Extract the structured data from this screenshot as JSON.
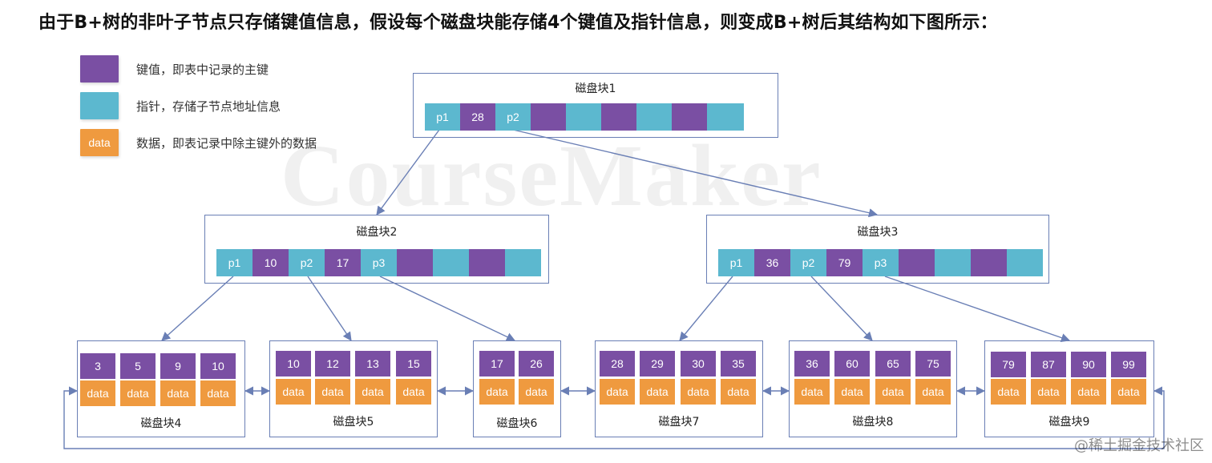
{
  "title": "由于B+树的非叶子节点只存储键值信息，假设每个磁盘块能存储4个键值及指针信息，则变成B+树后其结构如下图所示：",
  "legend": [
    {
      "label": "键值，即表中记录的主键",
      "swatch_text": "",
      "color": "#7a4fa3"
    },
    {
      "label": "指针，存储子节点地址信息",
      "swatch_text": "",
      "color": "#5cb8cf"
    },
    {
      "label": "数据，即表记录中除主键外的数据",
      "swatch_text": "data",
      "color": "#ef9a3f"
    }
  ],
  "watermark": "CourseMaker",
  "site_watermark": "@稀土掘金技术社区",
  "colors": {
    "key": "#7a4fa3",
    "pointer": "#5cb8cf",
    "data": "#ef9a3f",
    "line": "#6a7fb5"
  },
  "blocks": {
    "b1": {
      "label": "磁盘块1",
      "cells": [
        {
          "type": "pointer",
          "text": "p1"
        },
        {
          "type": "key",
          "text": "28"
        },
        {
          "type": "pointer",
          "text": "p2"
        },
        {
          "type": "key",
          "text": ""
        },
        {
          "type": "pointer",
          "text": ""
        },
        {
          "type": "key",
          "text": ""
        },
        {
          "type": "pointer",
          "text": ""
        },
        {
          "type": "key",
          "text": ""
        },
        {
          "type": "pointer",
          "text": ""
        }
      ]
    },
    "b2": {
      "label": "磁盘块2",
      "cells": [
        {
          "type": "pointer",
          "text": "p1"
        },
        {
          "type": "key",
          "text": "10"
        },
        {
          "type": "pointer",
          "text": "p2"
        },
        {
          "type": "key",
          "text": "17"
        },
        {
          "type": "pointer",
          "text": "p3"
        },
        {
          "type": "key",
          "text": ""
        },
        {
          "type": "pointer",
          "text": ""
        },
        {
          "type": "key",
          "text": ""
        },
        {
          "type": "pointer",
          "text": ""
        }
      ]
    },
    "b3": {
      "label": "磁盘块3",
      "cells": [
        {
          "type": "pointer",
          "text": "p1"
        },
        {
          "type": "key",
          "text": "36"
        },
        {
          "type": "pointer",
          "text": "p2"
        },
        {
          "type": "key",
          "text": "79"
        },
        {
          "type": "pointer",
          "text": "p3"
        },
        {
          "type": "key",
          "text": ""
        },
        {
          "type": "pointer",
          "text": ""
        },
        {
          "type": "key",
          "text": ""
        },
        {
          "type": "pointer",
          "text": ""
        }
      ]
    },
    "leaves": [
      {
        "label": "磁盘块4",
        "keys": [
          "3",
          "5",
          "9",
          "10"
        ],
        "data_label": "data"
      },
      {
        "label": "磁盘块5",
        "keys": [
          "10",
          "12",
          "13",
          "15"
        ],
        "data_label": "data"
      },
      {
        "label": "磁盘块6",
        "keys": [
          "17",
          "26"
        ],
        "data_label": "data"
      },
      {
        "label": "磁盘块7",
        "keys": [
          "28",
          "29",
          "30",
          "35"
        ],
        "data_label": "data"
      },
      {
        "label": "磁盘块8",
        "keys": [
          "36",
          "60",
          "65",
          "75"
        ],
        "data_label": "data"
      },
      {
        "label": "磁盘块9",
        "keys": [
          "79",
          "87",
          "90",
          "99"
        ],
        "data_label": "data"
      }
    ]
  }
}
